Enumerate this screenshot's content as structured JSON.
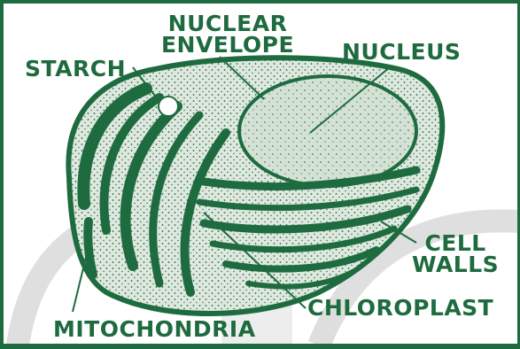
{
  "labels": {
    "starch": "STARCH",
    "nuclear_envelope": [
      "NUCLEAR",
      "ENVELOPE"
    ],
    "nucleus": "NUCLEUS",
    "cell_walls": [
      "CELL",
      "WALLS"
    ],
    "chloroplast": "CHLOROPLAST",
    "mitochondria": "MITOCHONDRIA"
  },
  "colors": {
    "ink": "#1e6b3f",
    "nucleus_fill": "#c9d8c9",
    "background": "#ffffff",
    "watermark": "#d7d7d7"
  }
}
